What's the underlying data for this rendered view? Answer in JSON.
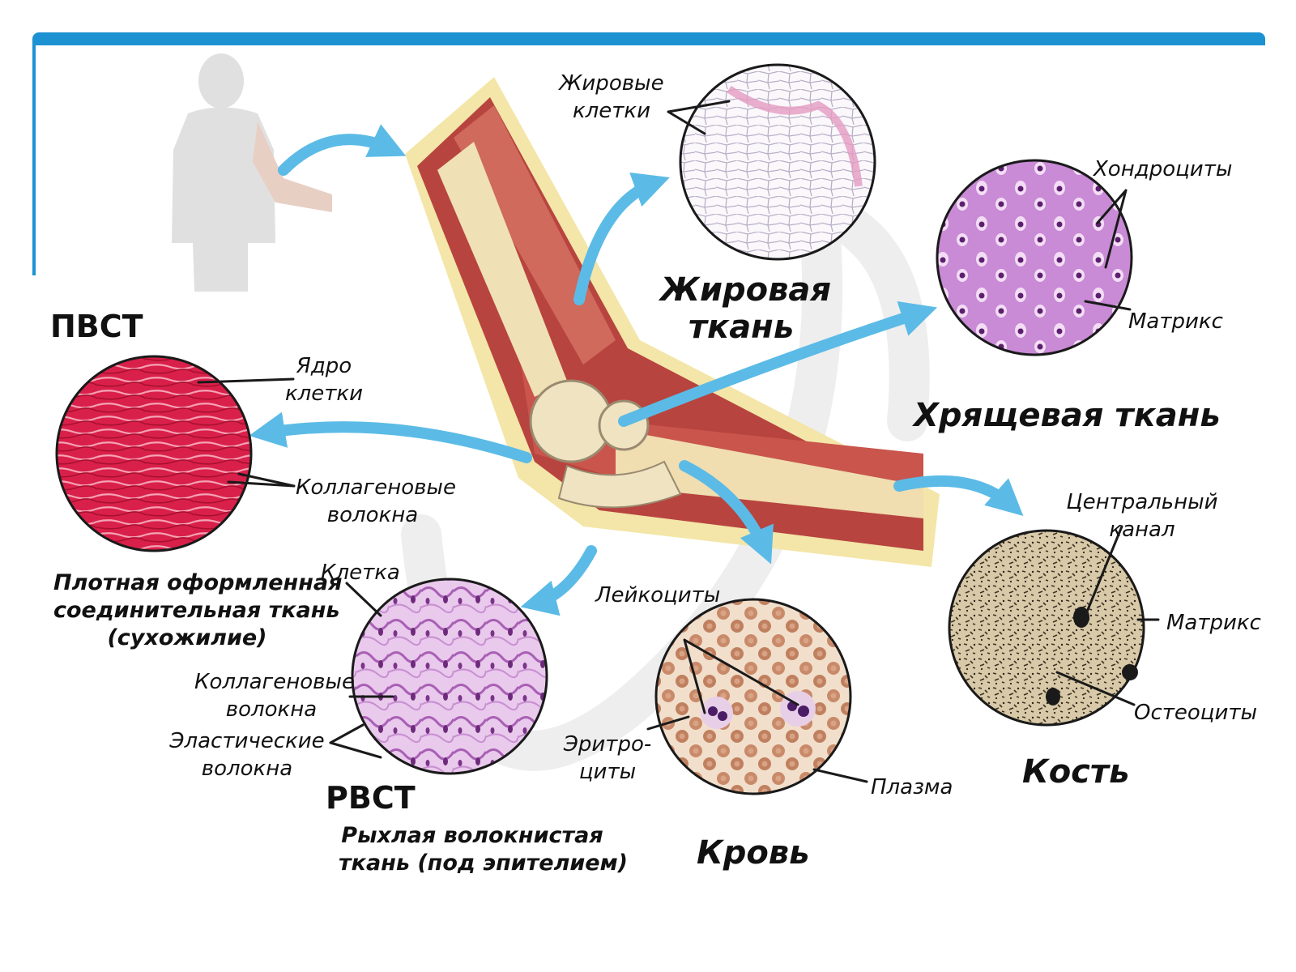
{
  "colors": {
    "accent": "#1d92d2",
    "arrow": "#5bbbe6"
  },
  "titles": {
    "fat": "Жировая\nткань",
    "cartilage": "Хрящевая ткань",
    "pvst": "ПВСТ",
    "pvst_desc": "Плотная оформленная\nсоединительная ткань\n(сухожилие)",
    "rvst": "РВСТ",
    "rvst_desc": "Рыхлая волокнистая\nткань (под эпителием)",
    "blood": "Кровь",
    "bone": "Кость"
  },
  "labels": {
    "fat_cells": "Жировые\nклетки",
    "chondrocytes": "Хондроциты",
    "cartilage_matrix": "Матрикс",
    "cell_nucleus": "Ядро\nклетки",
    "pvst_collagen": "Коллагеновые\nволокна",
    "cell": "Клетка",
    "rvst_collagen": "Коллагеновые\nволокна",
    "elastic_fibers": "Эластические\nволокна",
    "leukocytes": "Лейкоциты",
    "erythrocytes": "Эритро-\nциты",
    "plasma": "Плазма",
    "central_canal": "Центральный\nканал",
    "bone_matrix": "Матрикс",
    "osteocytes": "Остеоциты"
  }
}
